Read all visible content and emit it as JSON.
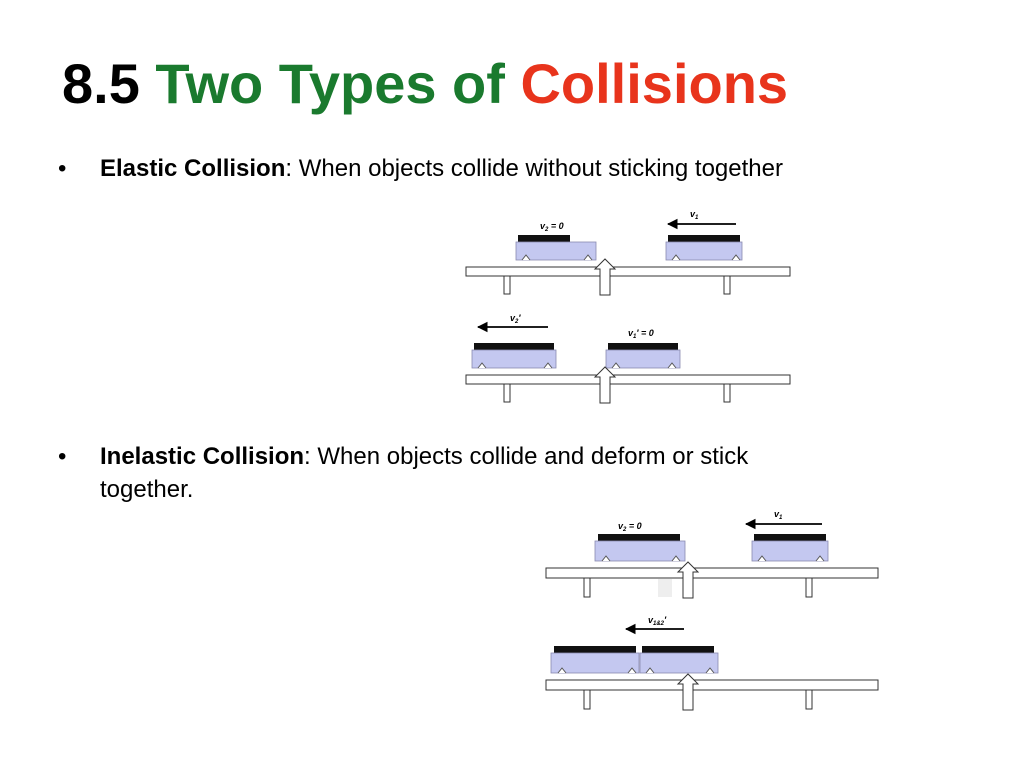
{
  "slide": {
    "title_number": "8.5",
    "title_green": "Two Types of",
    "title_red": "Collisions",
    "colors": {
      "green": "#1a7a2e",
      "red": "#e8341c",
      "cart": "#c4c8f0",
      "cart_top": "#111111"
    }
  },
  "bullets": [
    {
      "marker": "•",
      "term": "Elastic Collision",
      "sep": ":",
      "text": " When objects collide without sticking together"
    },
    {
      "marker": "•",
      "term": "Inelastic Collision",
      "sep": ":",
      "text": "  When objects collide and deform or stick",
      "text_cont": "together."
    }
  ],
  "diagrams": {
    "elastic_before": {
      "v2_label": "v",
      "v2_sub": "2",
      "v2_eq": " = 0",
      "v1_label": "v",
      "v1_sub": "1"
    },
    "elastic_after": {
      "v2p_label": "v",
      "v2p_sub": "2",
      "v2p_prime": "′",
      "v1p_label": "v",
      "v1p_sub": "1",
      "v1p_eq": "′ = 0"
    },
    "inelastic_before": {
      "v2_label": "v",
      "v2_sub": "2",
      "v2_eq": " = 0",
      "v1_label": "v",
      "v1_sub": "1"
    },
    "inelastic_after": {
      "v12_label": "v",
      "v12_sub": "1&2",
      "v12_prime": "′"
    }
  }
}
